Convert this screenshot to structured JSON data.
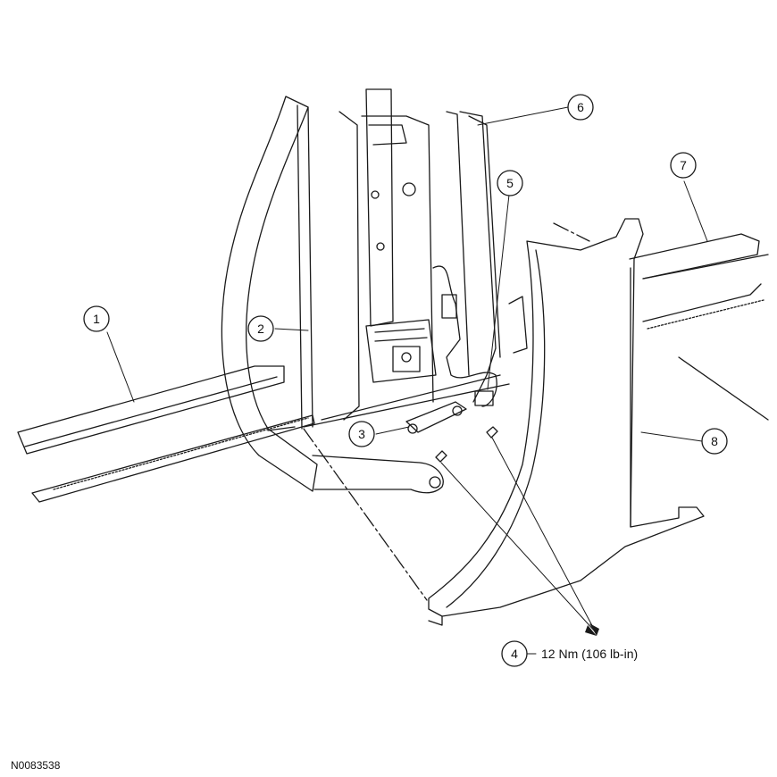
{
  "figure_id": "N0083538",
  "callouts": [
    {
      "number": "1"
    },
    {
      "number": "2"
    },
    {
      "number": "3"
    },
    {
      "number": "4",
      "spec": "12 Nm (106 lb-in)"
    },
    {
      "number": "5"
    },
    {
      "number": "6"
    },
    {
      "number": "7"
    },
    {
      "number": "8"
    }
  ],
  "colors": {
    "line": "#1a1a1a",
    "background": "#ffffff"
  }
}
